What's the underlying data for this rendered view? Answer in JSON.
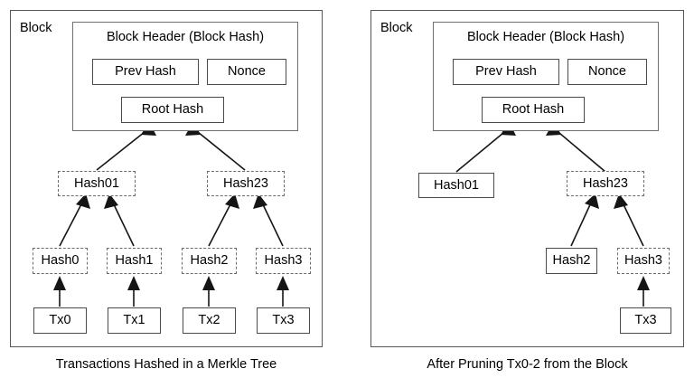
{
  "figure": {
    "title": "Merkle Tree Block Pruning Diagram",
    "background": "#ffffff",
    "line_color": "#151515",
    "box_border_solid": "#4a4a4a",
    "box_border_dashed": "#6b6b6b",
    "panel_border": "#555555"
  },
  "panels": [
    {
      "id": "left",
      "block_label": "Block",
      "caption": "Transactions Hashed in a Merkle Tree",
      "header": {
        "title": "Block Header (Block Hash)",
        "fields": [
          {
            "label": "Prev Hash",
            "style": "solid"
          },
          {
            "label": "Nonce",
            "style": "solid"
          }
        ],
        "root": {
          "label": "Root Hash",
          "style": "solid"
        }
      },
      "inner_hashes": [
        {
          "label": "Hash01",
          "style": "dashed"
        },
        {
          "label": "Hash23",
          "style": "dashed"
        }
      ],
      "leaf_hashes": [
        {
          "label": "Hash0",
          "style": "dashed"
        },
        {
          "label": "Hash1",
          "style": "dashed"
        },
        {
          "label": "Hash2",
          "style": "dashed"
        },
        {
          "label": "Hash3",
          "style": "dashed"
        }
      ],
      "transactions": [
        {
          "label": "Tx0",
          "style": "solid"
        },
        {
          "label": "Tx1",
          "style": "solid"
        },
        {
          "label": "Tx2",
          "style": "solid"
        },
        {
          "label": "Tx3",
          "style": "solid"
        }
      ]
    },
    {
      "id": "right",
      "block_label": "Block",
      "caption": "After Pruning Tx0-2 from the Block",
      "header": {
        "title": "Block Header (Block Hash)",
        "fields": [
          {
            "label": "Prev Hash",
            "style": "solid"
          },
          {
            "label": "Nonce",
            "style": "solid"
          }
        ],
        "root": {
          "label": "Root Hash",
          "style": "solid"
        }
      },
      "inner_hashes": [
        {
          "label": "Hash01",
          "style": "solid"
        },
        {
          "label": "Hash23",
          "style": "dashed"
        }
      ],
      "leaf_hashes": [
        {
          "label": "Hash2",
          "style": "solid"
        },
        {
          "label": "Hash3",
          "style": "dashed"
        }
      ],
      "transactions": [
        {
          "label": "Tx3",
          "style": "solid"
        }
      ]
    }
  ]
}
